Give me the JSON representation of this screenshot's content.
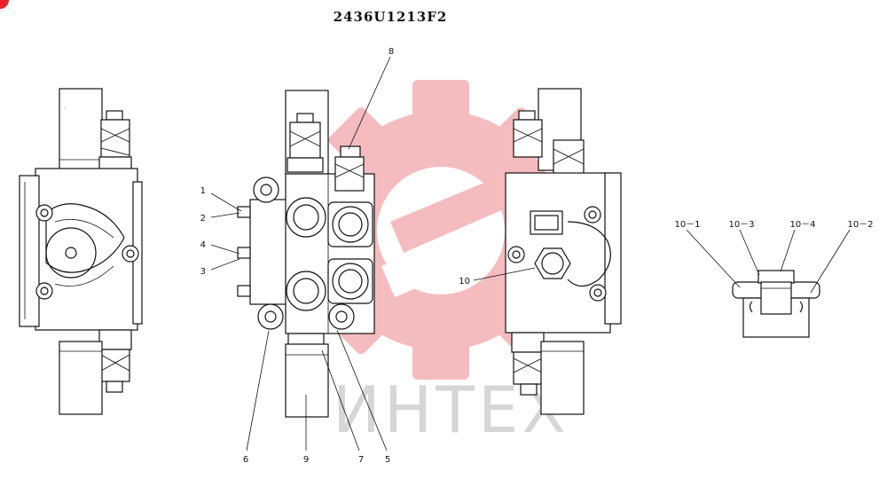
{
  "title": "2436U1213F2",
  "watermark_text": "ИНТЕХ",
  "colors": {
    "watermark_gear": "#f3b1b3",
    "corner_badge": "#e8242a",
    "line": "#111111"
  },
  "callouts": [
    {
      "id": "1",
      "text": "1"
    },
    {
      "id": "2",
      "text": "2"
    },
    {
      "id": "3",
      "text": "3"
    },
    {
      "id": "4",
      "text": "4"
    },
    {
      "id": "5",
      "text": "5"
    },
    {
      "id": "6",
      "text": "6"
    },
    {
      "id": "7",
      "text": "7"
    },
    {
      "id": "8",
      "text": "8"
    },
    {
      "id": "9",
      "text": "9"
    },
    {
      "id": "10",
      "text": "10"
    },
    {
      "id": "10-1",
      "text": "10－1"
    },
    {
      "id": "10-2",
      "text": "10－2"
    },
    {
      "id": "10-3",
      "text": "10－3"
    },
    {
      "id": "10-4",
      "text": "10－4"
    }
  ]
}
